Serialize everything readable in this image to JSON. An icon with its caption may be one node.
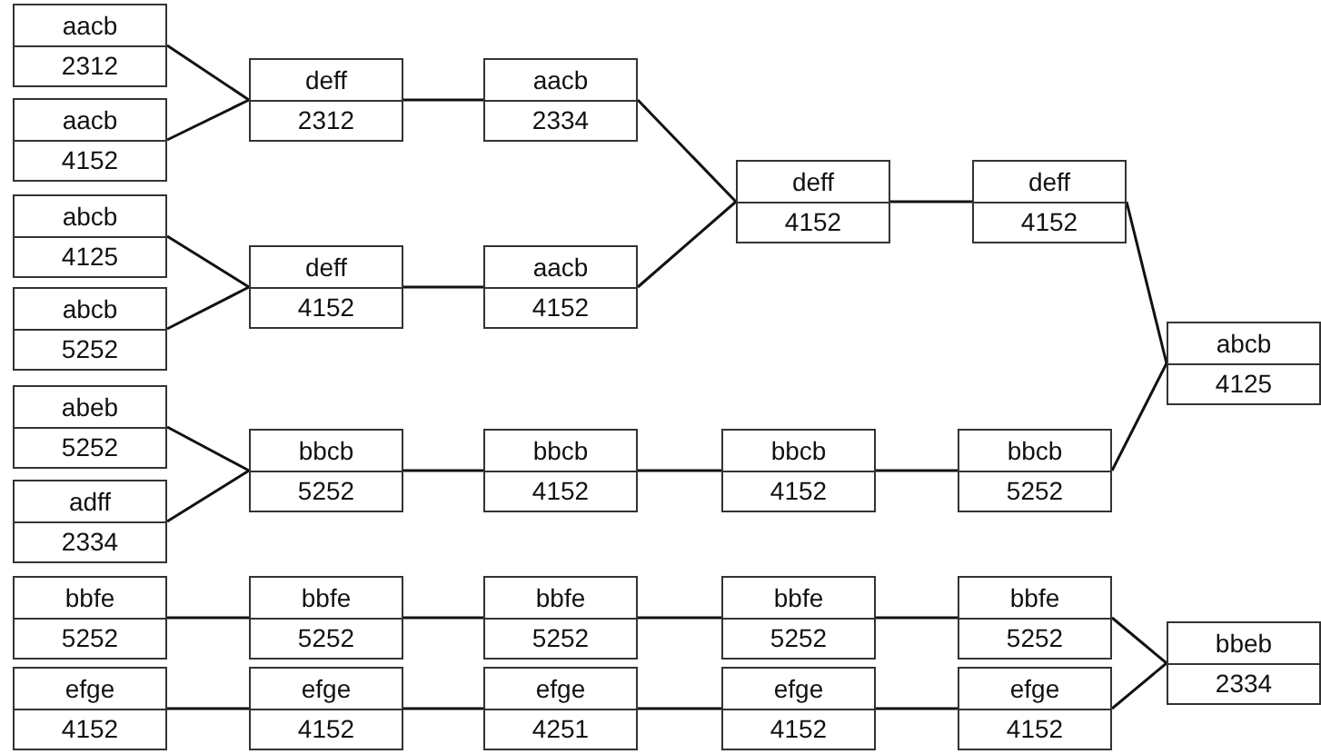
{
  "diagram": {
    "nodes": [
      {
        "text": [
          "aacb",
          "2312"
        ]
      },
      {
        "text": [
          "aacb",
          "4152"
        ]
      },
      {
        "text": [
          "deff",
          "2312"
        ]
      },
      {
        "text": [
          "aacb",
          "2334"
        ]
      },
      {
        "text": [
          "abcb",
          "4125"
        ]
      },
      {
        "text": [
          "abcb",
          "5252"
        ]
      },
      {
        "text": [
          "deff",
          "4152"
        ]
      },
      {
        "text": [
          "aacb",
          "4152"
        ]
      },
      {
        "text": [
          "deff",
          "4152"
        ]
      },
      {
        "text": [
          "deff",
          "4152"
        ]
      },
      {
        "text": [
          "abeb",
          "5252"
        ]
      },
      {
        "text": [
          "adff",
          "2334"
        ]
      },
      {
        "text": [
          "bbcb",
          "5252"
        ]
      },
      {
        "text": [
          "bbcb",
          "4152"
        ]
      },
      {
        "text": [
          "bbcb",
          "4152"
        ]
      },
      {
        "text": [
          "bbcb",
          "5252"
        ]
      },
      {
        "text": [
          "abcb",
          "4125"
        ]
      },
      {
        "text": [
          "bbfe",
          "5252"
        ]
      },
      {
        "text": [
          "bbfe",
          "5252"
        ]
      },
      {
        "text": [
          "bbfe",
          "5252"
        ]
      },
      {
        "text": [
          "bbfe",
          "5252"
        ]
      },
      {
        "text": [
          "bbfe",
          "5252"
        ]
      },
      {
        "text": [
          "efge",
          "4152"
        ]
      },
      {
        "text": [
          "efge",
          "4152"
        ]
      },
      {
        "text": [
          "efge",
          "4251"
        ]
      },
      {
        "text": [
          "efge",
          "4152"
        ]
      },
      {
        "text": [
          "efge",
          "4152"
        ]
      },
      {
        "text": [
          "bbeb",
          "2334"
        ]
      }
    ],
    "edges": [
      {
        "from": 0,
        "to": 2,
        "arrow": "none"
      },
      {
        "from": 1,
        "to": 2,
        "arrow": "none"
      },
      {
        "from": 2,
        "to": 3,
        "arrow": "none"
      },
      {
        "from": 4,
        "to": 6,
        "arrow": "none"
      },
      {
        "from": 5,
        "to": 6,
        "arrow": "none"
      },
      {
        "from": 6,
        "to": 7,
        "arrow": "none"
      },
      {
        "from": 3,
        "to": 8,
        "arrow": "none"
      },
      {
        "from": 7,
        "to": 8,
        "arrow": "none"
      },
      {
        "from": 8,
        "to": 9,
        "arrow": "none"
      },
      {
        "from": 10,
        "to": 12,
        "arrow": "none"
      },
      {
        "from": 11,
        "to": 12,
        "arrow": "none"
      },
      {
        "from": 12,
        "to": 13,
        "arrow": "none"
      },
      {
        "from": 13,
        "to": 14,
        "arrow": "none"
      },
      {
        "from": 14,
        "to": 15,
        "arrow": "none"
      },
      {
        "from": 9,
        "to": 16,
        "arrow": "none"
      },
      {
        "from": 15,
        "to": 16,
        "arrow": "none"
      },
      {
        "from": 17,
        "to": 18,
        "arrow": "none"
      },
      {
        "from": 18,
        "to": 19,
        "arrow": "none"
      },
      {
        "from": 19,
        "to": 20,
        "arrow": "none"
      },
      {
        "from": 20,
        "to": 21,
        "arrow": "none"
      },
      {
        "from": 22,
        "to": 23,
        "arrow": "none"
      },
      {
        "from": 23,
        "to": 24,
        "arrow": "none"
      },
      {
        "from": 24,
        "to": 25,
        "arrow": "none"
      },
      {
        "from": 25,
        "to": 26,
        "arrow": "none"
      },
      {
        "from": 21,
        "to": 27,
        "arrow": "none"
      },
      {
        "from": 26,
        "to": 27,
        "arrow": "none"
      }
    ]
  }
}
